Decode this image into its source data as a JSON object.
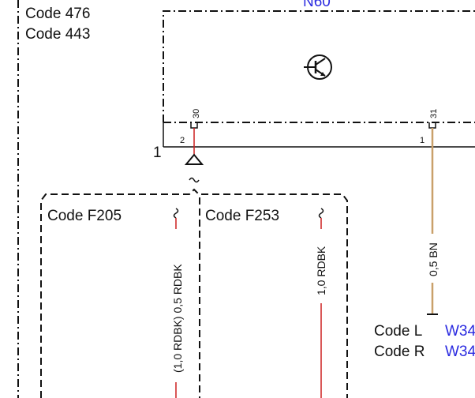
{
  "codes_top_left": [
    "Code 476",
    "Code 443"
  ],
  "component": {
    "name_partial": "N60",
    "icon": "transistor-icon"
  },
  "connector": {
    "number": "1",
    "pins": [
      {
        "terminal": "30",
        "pin": "2"
      },
      {
        "terminal": "31",
        "pin": "1"
      }
    ]
  },
  "variants": [
    {
      "code": "Code F205",
      "wire": "(1,0 RDBK) 0,5 RDBK"
    },
    {
      "code": "Code F253",
      "wire": "1,0 RDBK"
    }
  ],
  "ground_wire": "0,5 BN",
  "destination": [
    {
      "code": "Code L",
      "target": "W34"
    },
    {
      "code": "Code R",
      "target": "W34"
    }
  ],
  "colors": {
    "red_wire": "#cc1f1f",
    "brown_wire": "#c9a06a",
    "link_blue": "#2a2ae0"
  }
}
